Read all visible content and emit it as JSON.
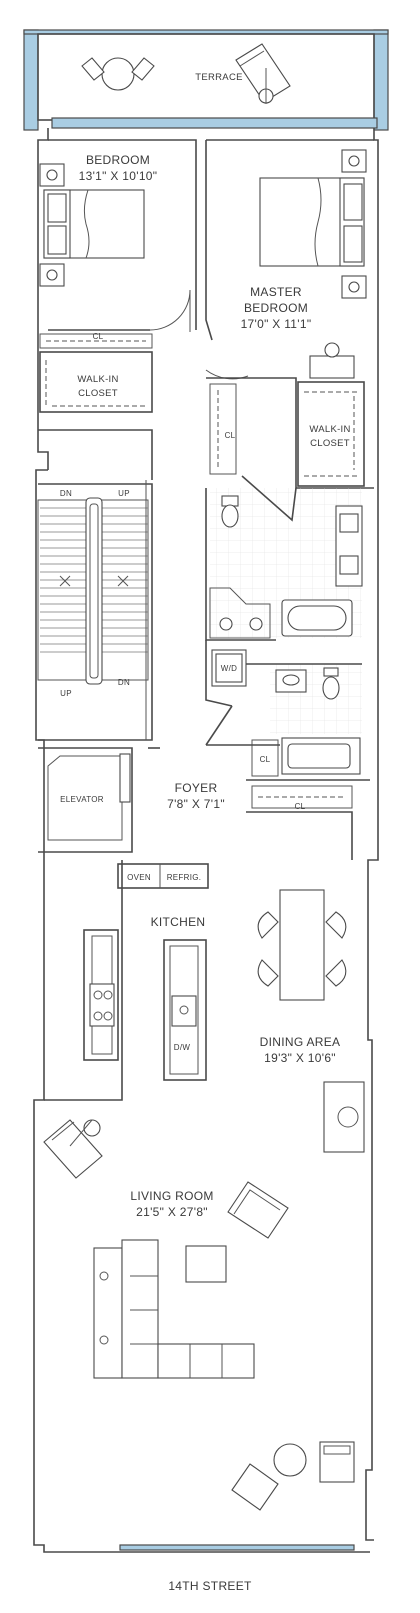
{
  "colors": {
    "line": "#4a4a4a",
    "glass": "#a9cde3",
    "background": "#ffffff"
  },
  "rooms": {
    "terrace": {
      "name": "TERRACE"
    },
    "bedroom": {
      "name": "BEDROOM",
      "size": "13'1\" X 10'10\""
    },
    "master_bedroom": {
      "name_line1": "MASTER",
      "name_line2": "BEDROOM",
      "size": "17'0\" X 11'1\""
    },
    "walk_in_closet_left": {
      "line1": "WALK-IN",
      "line2": "CLOSET"
    },
    "walk_in_closet_right": {
      "line1": "WALK-IN",
      "line2": "CLOSET"
    },
    "foyer": {
      "name": "FOYER",
      "size": "7'8\" X 7'1\""
    },
    "kitchen": {
      "name": "KITCHEN"
    },
    "dining_area": {
      "name": "DINING AREA",
      "size": "19'3\" X 10'6\""
    },
    "living_room": {
      "name": "LIVING ROOM",
      "size": "21'5\" X 27'8\""
    }
  },
  "labels": {
    "closet_bedroom": "CL",
    "closet_master": "CL",
    "closet_bath": "CL",
    "closet_foyer": "CL",
    "stair_dn_top": "DN",
    "stair_up_top": "UP",
    "stair_up_bottom": "UP",
    "stair_dn_bottom": "DN",
    "elevator": "ELEVATOR",
    "washer_dryer": "W/D",
    "oven": "OVEN",
    "refrigerator": "REFRIG.",
    "dishwasher": "D/W"
  },
  "street": "14TH STREET"
}
